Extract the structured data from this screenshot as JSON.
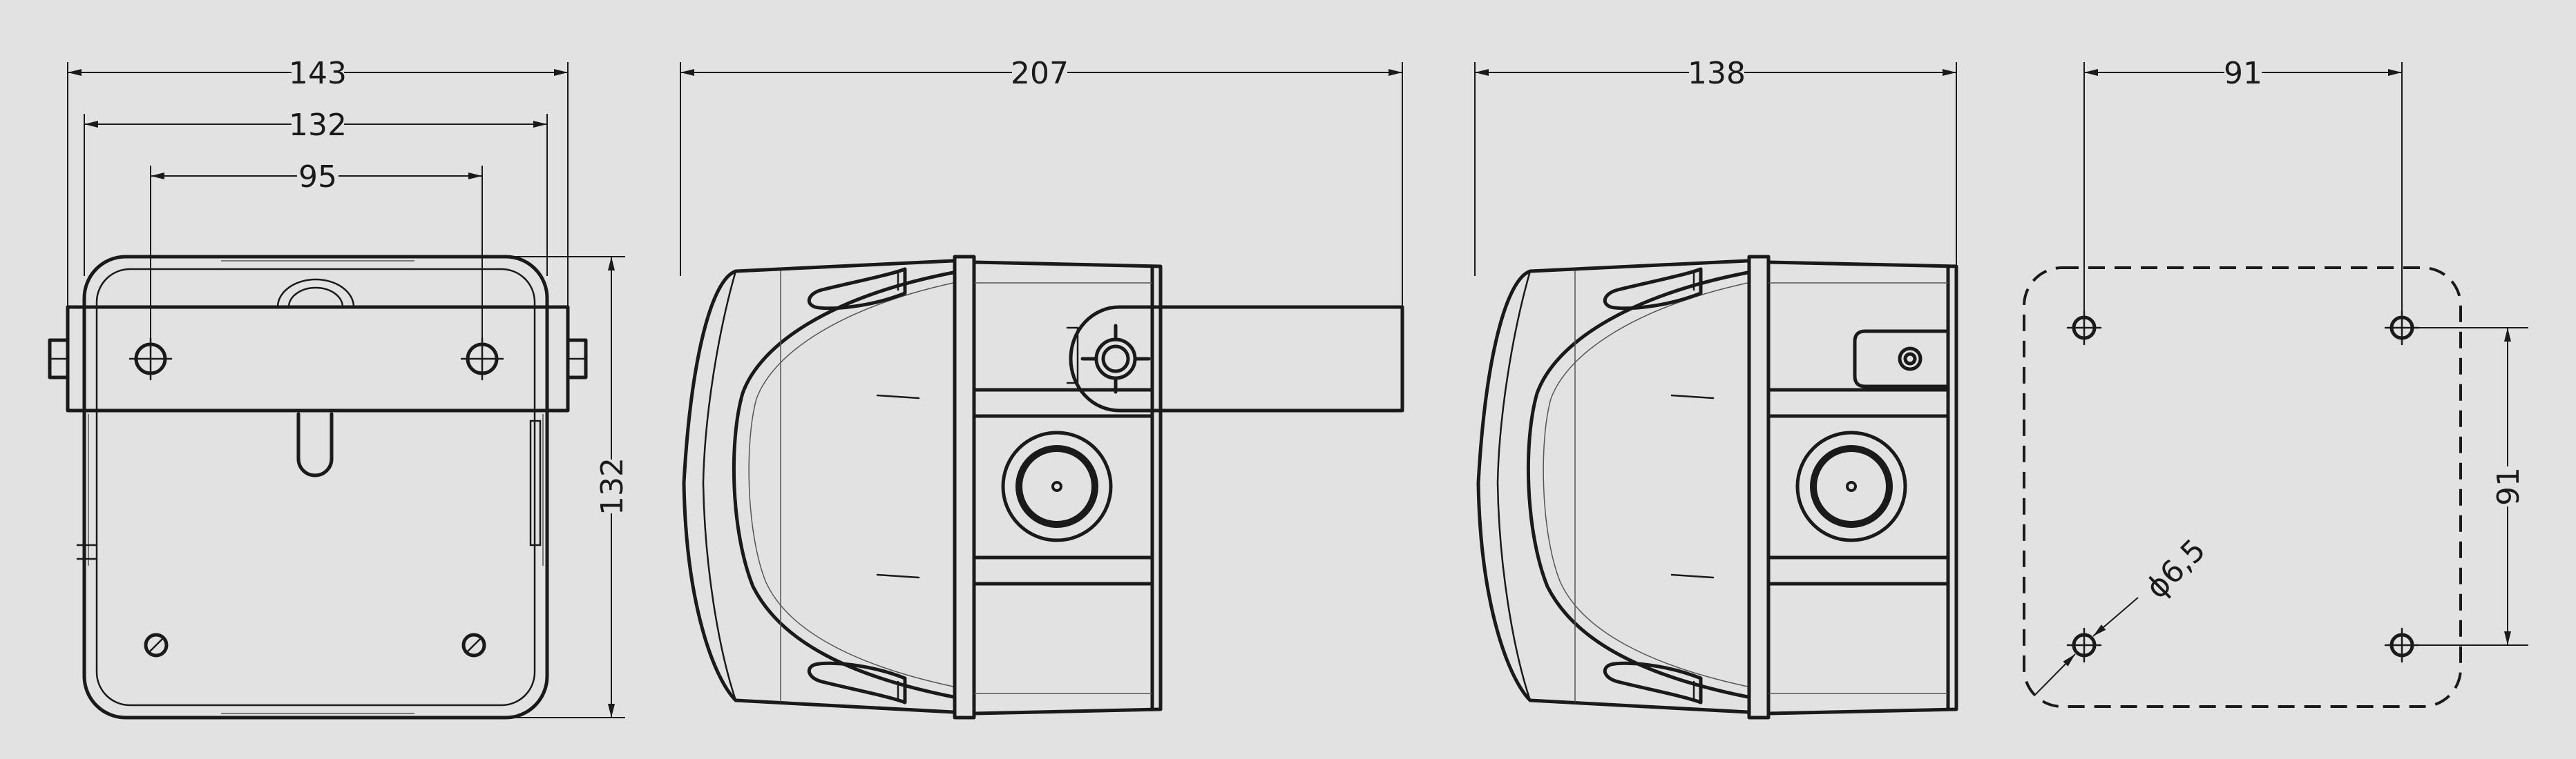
{
  "dimensions": {
    "front_width_overall": "143",
    "front_width_body": "132",
    "front_mount_spacing": "95",
    "front_height": "132",
    "side_length_with_bracket": "207",
    "side_length_body": "138",
    "hole_spacing_horizontal": "91",
    "hole_spacing_vertical": "91",
    "hole_diameter": "ϕ6,5"
  }
}
